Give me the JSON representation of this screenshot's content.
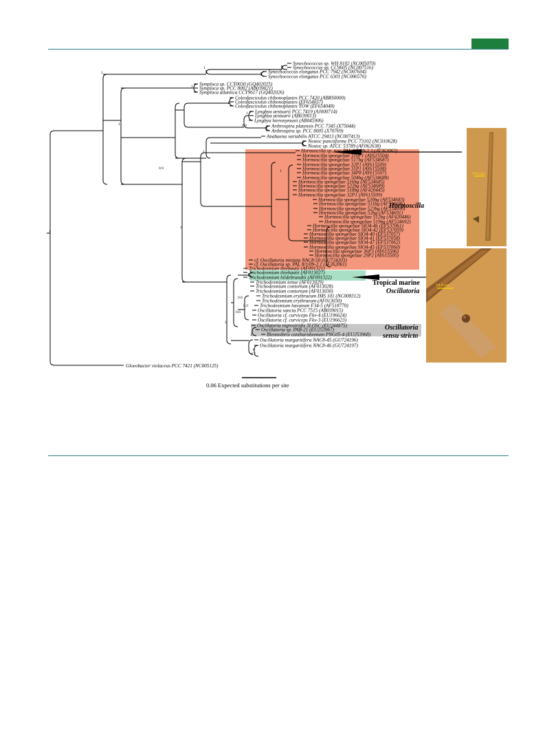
{
  "header_badge_color": "#1d7f3d",
  "rule_color": "#2f7f86",
  "tree": {
    "outgroup": "Gloeobacter violaceus PCC 7421 (NC005125)",
    "taxa": [
      "Synechococcus sp. WH 8102 (NC005070)",
      "Synechococcus sp. CC9605 (NC007516)",
      "Synechococcus elongatus PCC 7942 (NC007604)",
      "Synechococcus elongatus PCC 6301 (NC006576)",
      "Symploca sp. CCY0030 (GQ402025)",
      "Symploca sp. PCC 8002 (AB039021)",
      "Symploca atlantica CCY9617 (GQ402026)",
      "Coleofasciculus chthonoplastes PCC 7420 (ABRS0000)",
      "Coleofasciculus chthonoplastes (EF654037)",
      "Coleofasciculus chthonoplastes TOW (EF654048)",
      "Lyngbya aestuarii PCC 7419 (AJ000714)",
      "Lyngbya aestuarii (AB039013)",
      "Lyngbya hieronymusii (AB045906)",
      "Arthrospira platensis PCC 7345 (X75044)",
      "Arthrospira sp. PCC 8005 (X70769)",
      "Anabaena variabilis ATCC 29413 (NC007413)",
      "Nostoc punctiforme PCC 73102 (NC010628)",
      "Nostoc sp. ATCC 53789 (AF062638)",
      "Hormoscilla sp. nov. PAL 8/1/09-2.2 (JF262062)",
      "Hormoscilla spongeliae 310P1 (AY615504)",
      "Hormoscilla spongeliae 517bg (AF534687)",
      "Hormoscilla spongeliae 32P1 (AY615509)",
      "Hormoscilla spongeliae 31P1 (AY615508)",
      "Hormoscilla spongeliae 34P8 (AY615507)",
      "Hormoscilla spongeliae 504bg (AF534688)",
      "Hormoscilla spongeliae 516bg (AF534685)",
      "Hormoscilla spongeliae 522bg (AF534689)",
      "Hormoscilla spongeliae 518bg (AF420445)",
      "Hormoscilla spongeliae 32P1 (AY615509)",
      "Hormoscilla spongeliae 520bg (AF534683)",
      "Hormoscilla spongeliae 511bg (AF534686)",
      "Hormoscilla spongeliae 523bg (AF534690)",
      "Hormoscilla spongeliae 52bg (AF534691)",
      "Hormoscilla spongeliae 512bg (AF420446)",
      "Hormoscilla spongeliae 519bg (AF534692)",
      "Hormoscilla spongeliae SIO4-46 (EF537061)",
      "Hormoscilla spongeliae SIO4-42 (EF537059)",
      "Hormoscilla spongeliae SIO4-40 (EF537057)",
      "Hormoscilla spongeliae SIO4-41 (EF537058)",
      "Hormoscilla spongeliae SIO4-47 (EF537062)",
      "Hormoscilla spongeliae SIO4-45 (EF537060)",
      "Hormoscilla spongeliae 36P3 (AY615506)",
      "Hormoscilla spongeliae 29P2 (AY615505)",
      "cf. Oscillatoria miniata NAC8-50 (GU724203)",
      "cf. Oscillatoria sp. PAL 8/1/09-2.1 (JF262061)",
      "Trichodesmium thiebautii (AF091321)",
      "Trichodesmium thiebautii (AF013027)",
      "Trichodesmium hildebrandtii (AF091322)",
      "Trichodesmium tenue (AF013029)",
      "Trichodesmium contortum (AF013028)",
      "Trichodesmium contortum (AF013030)",
      "Trichodesmium erythraeum IMS 101 (NC008312)",
      "Trichodesmium erythraeum (AF013030)",
      "Trichodesmium havanum F34-5 (AF518770)",
      "Oscillatoria sancta PCC 7515 (AB039015)",
      "Oscillatoria cf. curviceps Fkv-4 (EU196624)",
      "Oscillatoria cf. curviceps Fkv-3 (EU196623)",
      "Oscillatoria nigroviridis 3LOSC (EU244875)",
      "Oscillatoria sp. PAB-21 (EU253967)",
      "Blennothrix cantharidosmum PNG05-4 (EU253968)",
      "Oscillatoria margaritifera NAC8-45 (GU724196)",
      "Oscillatoria margaritifera NAC8-46 (GU724197)"
    ],
    "support_values": [
      {
        "id": "root",
        "label": "1"
      },
      {
        "id": "syn_sub",
        "label": "1"
      },
      {
        "id": "syn_main",
        "label": "1"
      },
      {
        "id": "symploca",
        "label": "1"
      },
      {
        "id": "big",
        "label": "1"
      },
      {
        "id": "cole",
        "label": "1"
      },
      {
        "id": "lyng",
        "label": "1"
      },
      {
        "id": "lyng_arth",
        "label": "0.9"
      },
      {
        "id": "horm_out",
        "label": "0.9"
      },
      {
        "id": "horm_noslink",
        "label": "1"
      },
      {
        "id": "horm_main",
        "label": "1"
      },
      {
        "id": "horm_sub",
        "label": "1"
      },
      {
        "id": "trop_big",
        "label": "1"
      },
      {
        "id": "trich",
        "label": "0.6"
      },
      {
        "id": "trich2",
        "label": "0.9"
      },
      {
        "id": "trich3",
        "label": "0.6"
      },
      {
        "id": "osc",
        "label": "1"
      },
      {
        "id": "osc2",
        "label": "0.7"
      }
    ],
    "scale_label": "0.06 Expected substitutions per site"
  },
  "clades": {
    "hormoscilla": {
      "label": "Hormoscilla",
      "color": "#f4977c"
    },
    "tropical": {
      "label_line1": "Tropical marine",
      "label_line2": "Oscillatoria",
      "color": "#a8dfc5"
    },
    "sensu": {
      "label_line1": "Oscillatoria",
      "label_line2": "sensu stricto",
      "color": "#c6c6c6"
    }
  },
  "photos": {
    "top_scale": "14.4 μm",
    "bottom_scale": "14.4 μm"
  }
}
